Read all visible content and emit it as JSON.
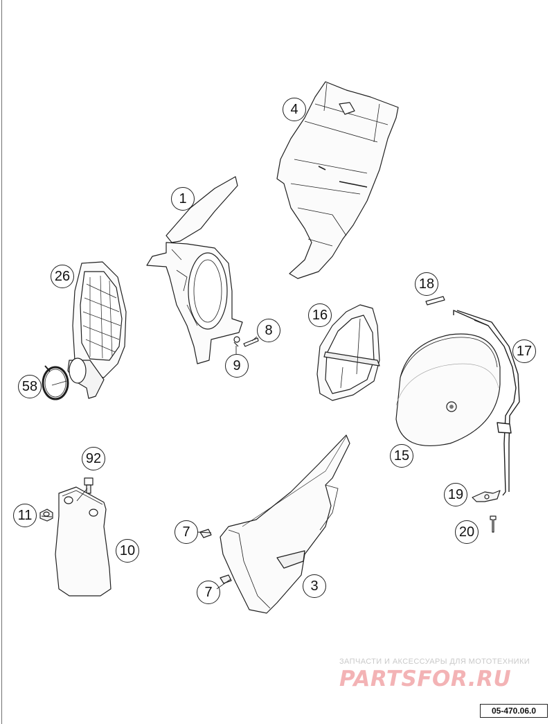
{
  "callouts": [
    {
      "id": "1",
      "label": "1"
    },
    {
      "id": "3",
      "label": "3"
    },
    {
      "id": "4",
      "label": "4"
    },
    {
      "id": "7a",
      "label": "7"
    },
    {
      "id": "7b",
      "label": "7"
    },
    {
      "id": "8",
      "label": "8"
    },
    {
      "id": "9",
      "label": "9"
    },
    {
      "id": "10",
      "label": "10"
    },
    {
      "id": "11",
      "label": "11"
    },
    {
      "id": "15",
      "label": "15"
    },
    {
      "id": "16",
      "label": "16"
    },
    {
      "id": "17",
      "label": "17"
    },
    {
      "id": "18",
      "label": "18"
    },
    {
      "id": "19",
      "label": "19"
    },
    {
      "id": "20",
      "label": "20"
    },
    {
      "id": "26",
      "label": "26"
    },
    {
      "id": "58",
      "label": "58"
    },
    {
      "id": "92",
      "label": "92"
    }
  ],
  "watermark": {
    "tagline": "ЗАПЧАСТИ И АКСЕССУАРЫ ДЛЯ МОТОТЕХНИКИ",
    "brand": "PARTSFOR.RU",
    "color": "#f3b3b5"
  },
  "drawing_ref": "05-470.06.0",
  "colors": {
    "line": "#1e1e1e",
    "part_fill": "#ffffff",
    "shade": "#efefef"
  }
}
